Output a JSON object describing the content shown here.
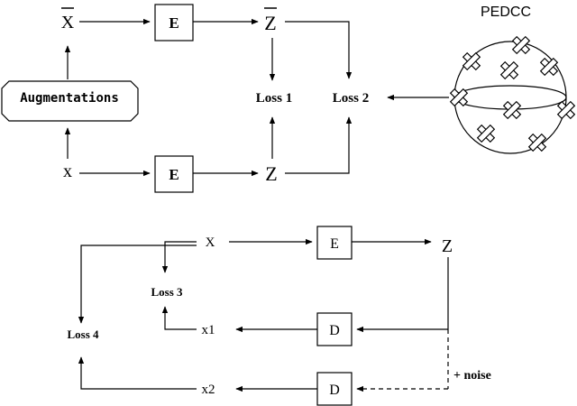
{
  "top": {
    "x_bar_label": "X",
    "encoder_top_label": "E",
    "z_bar_label": "Z",
    "augment_label": "Augmentations",
    "x_label": "x",
    "encoder_bottom_label": "E",
    "z_label": "Z",
    "loss1_label": "Loss 1",
    "loss2_label": "Loss 2",
    "pedcc_label": "PEDCC"
  },
  "bottom": {
    "x_label": "X",
    "encoder_label": "E",
    "z_label": "Z",
    "loss3_label": "Loss 3",
    "loss4_label": "Loss 4",
    "x1_label": "x1",
    "decoder1_label": "D",
    "x2_label": "x2",
    "decoder2_label": "D",
    "noise_label": "+ noise"
  },
  "colors": {
    "ink": "#000000",
    "background": "#ffffff"
  }
}
